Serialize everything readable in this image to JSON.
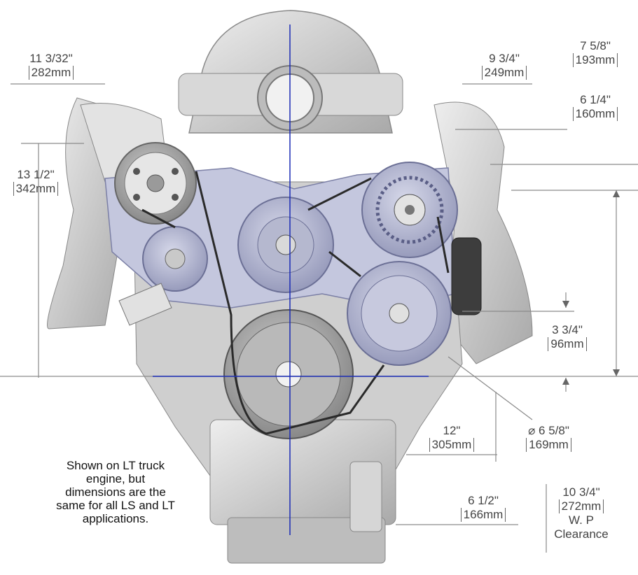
{
  "dimensions": {
    "d1": {
      "inches": "11 3/32\"",
      "mm": "282mm"
    },
    "d2": {
      "inches": "9 3/4\"",
      "mm": "249mm"
    },
    "d3": {
      "inches": "7 5/8\"",
      "mm": "193mm"
    },
    "d4": {
      "inches": "6 1/4\"",
      "mm": "160mm"
    },
    "d5": {
      "inches": "13 1/2\"",
      "mm": "342mm"
    },
    "d6": {
      "inches": "3 3/4\"",
      "mm": "96mm"
    },
    "d7": {
      "inches": "12\"",
      "mm": "305mm"
    },
    "d8": {
      "inches": "⌀ 6 5/8\"",
      "mm": "169mm"
    },
    "d9": {
      "inches": "6 1/2\"",
      "mm": "166mm"
    },
    "d10": {
      "inches": "10 3/4\"",
      "mm": "272mm",
      "line3": "W. P",
      "line4": "Clearance"
    }
  },
  "note": {
    "line1": "Shown on LT truck",
    "line2": "engine, but",
    "line3": "dimensions are the",
    "line4": "same for all LS and LT",
    "line5": "applications."
  },
  "colors": {
    "centerline": "#1a2bb5",
    "dimension_line": "#8a8a8a",
    "engine_metal": "#d9d9d9",
    "engine_shadow": "#8f8f8f",
    "bracket_blue": "#b9bdd8",
    "belt": "#2a2a2a"
  }
}
